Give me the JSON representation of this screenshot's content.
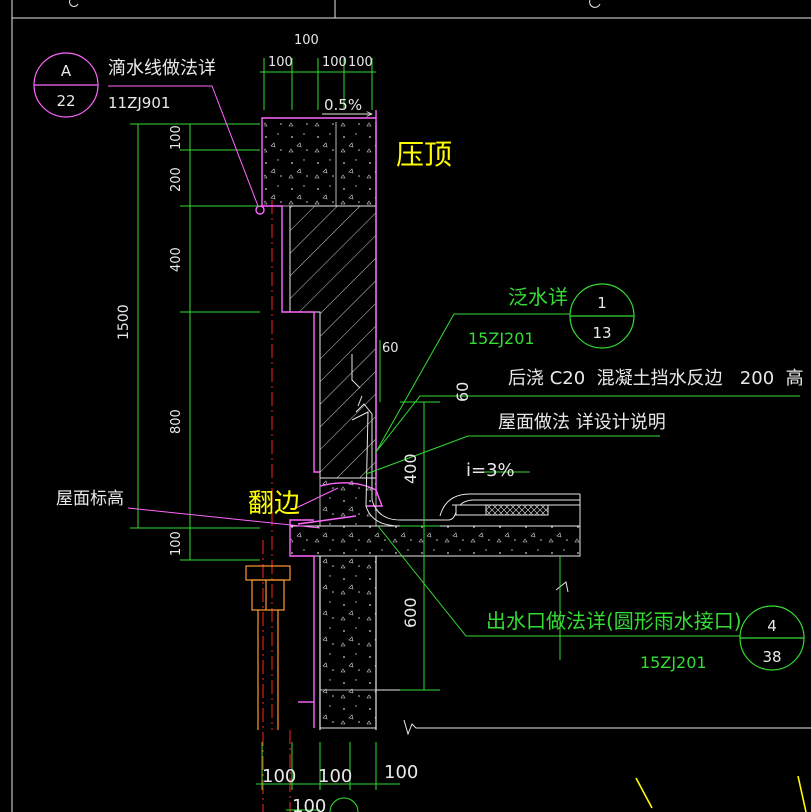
{
  "colors": {
    "background": "#000000",
    "wall": "#ffffff",
    "magenta": "#ff66ff",
    "green": "#33dd33",
    "yellow": "#ffff00",
    "dim_white": "#e8e8e8",
    "red": "#ff2222",
    "orange": "#ff9933"
  },
  "callouts": {
    "drip": {
      "title": "滴水线做法详",
      "code": "11ZJ901",
      "top": "A",
      "bottom": "22"
    },
    "flashing": {
      "title": "泛水详",
      "code": "15ZJ201",
      "top": "1",
      "bottom": "13"
    },
    "outlet": {
      "title": "出水口做法详(圆形雨水接口)",
      "code": "15ZJ201",
      "top": "4",
      "bottom": "38"
    }
  },
  "labels": {
    "coping": "压顶",
    "upturn": "翻边",
    "roof_elevation": "屋面标高",
    "curb_note": "后浇 C20  混凝土挡水反边   200  高",
    "roof_note": "屋面做法 详设计说明",
    "slope_top": "0.5%",
    "slope_roof": "i=3%"
  },
  "dimensions": {
    "top_100": "100",
    "top_a": "100",
    "top_b": "100",
    "top_c": "100",
    "v_100_a": "100",
    "v_200": "200",
    "v_400": "400",
    "v_800": "800",
    "v_100_b": "100",
    "v_1500": "1500",
    "v_60_a": "60",
    "v_60_b": "60",
    "v_400_r": "400",
    "v_600": "600",
    "bot_a": "100",
    "bot_b": "100",
    "bot_c": "100",
    "bot_d": "100"
  }
}
